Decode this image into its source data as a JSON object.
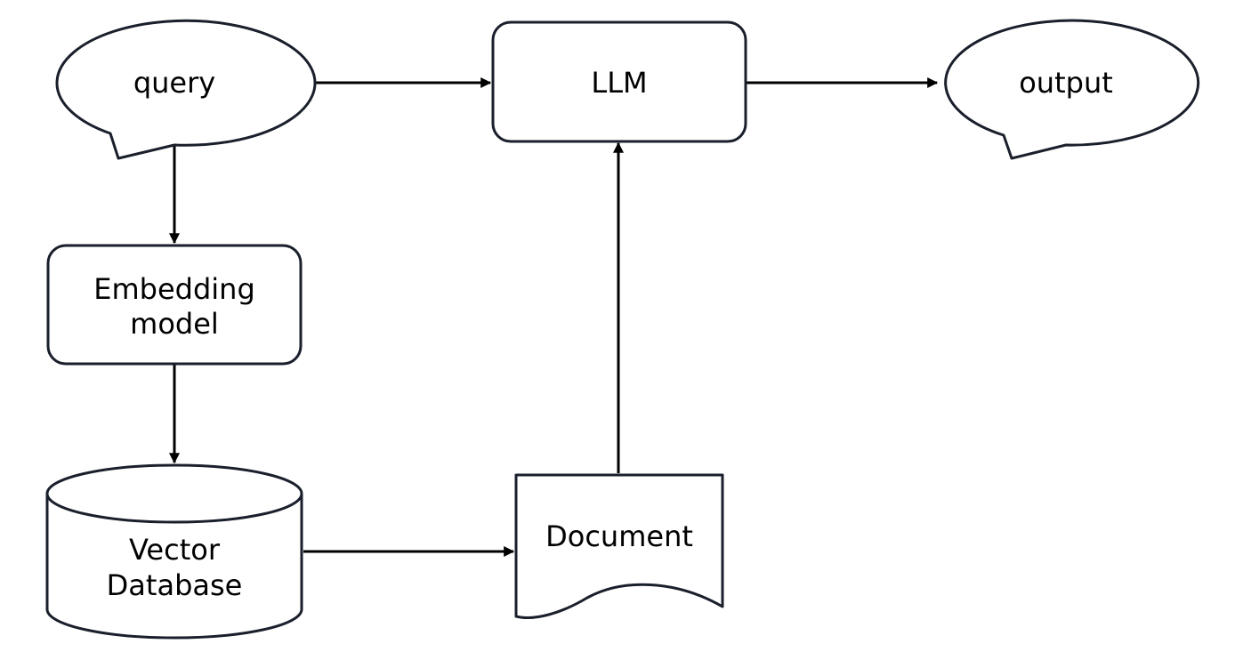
{
  "diagram": {
    "nodes": {
      "query": {
        "label": "query"
      },
      "llm": {
        "label": "LLM"
      },
      "output": {
        "label": "output"
      },
      "embedding": {
        "line1": "Embedding",
        "line2": "model"
      },
      "vectordb": {
        "line1": "Vector",
        "line2": "Database"
      },
      "document": {
        "label": "Document"
      }
    },
    "edges": [
      {
        "from": "query",
        "to": "llm"
      },
      {
        "from": "llm",
        "to": "output"
      },
      {
        "from": "query",
        "to": "embedding"
      },
      {
        "from": "embedding",
        "to": "vectordb"
      },
      {
        "from": "vectordb",
        "to": "document"
      },
      {
        "from": "document",
        "to": "llm"
      }
    ]
  }
}
